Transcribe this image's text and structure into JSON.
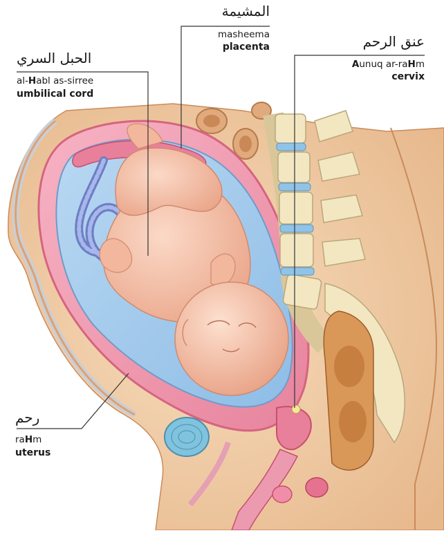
{
  "labels": {
    "placenta": {
      "arabic": "المشيمة",
      "translit_parts": [
        "masheema"
      ],
      "english": "placenta"
    },
    "umbilical_cord": {
      "arabic": "الحبل السري",
      "translit_parts": [
        "al-",
        "H",
        "abl as-sirree"
      ],
      "english": "umbilical cord"
    },
    "cervix": {
      "arabic": "عنق الرحم",
      "translit_parts": [
        "A",
        "unuq ar-ra",
        "H",
        "m"
      ],
      "english": "cervix"
    },
    "uterus": {
      "arabic": "رحم",
      "translit_parts": [
        "ra",
        "H",
        "m"
      ],
      "english": "uterus"
    }
  },
  "colors": {
    "skin": "#f1cfa6",
    "skin_dark": "#e3ac7c",
    "uterus_wall": "#f08da8",
    "uterus_wall_dark": "#d9637f",
    "amniotic": "#9fc7ea",
    "fetus": "#f6c6ae",
    "fetus_shade": "#e9a489",
    "cord": "#7f90cf",
    "bone": "#f3e7c2",
    "disc": "#8fc4e8",
    "bowel": "#d99857",
    "leader_line": "#333333"
  }
}
